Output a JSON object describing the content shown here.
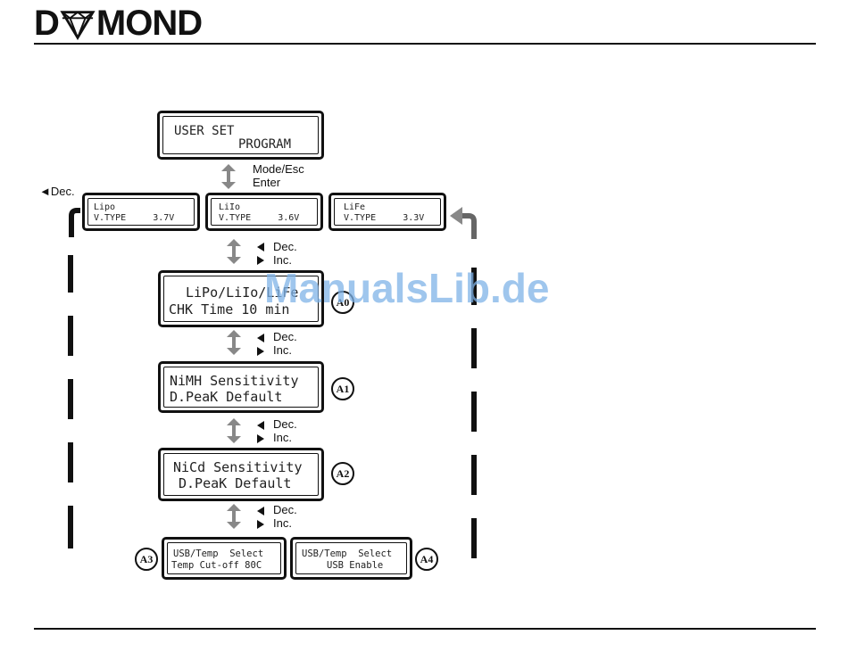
{
  "header": {
    "logo_text": "MOND"
  },
  "labels": {
    "mode_esc": "Mode/Esc",
    "enter": "Enter",
    "dec_left": "◄Dec.",
    "dec": "Dec.",
    "inc": "Inc."
  },
  "screens": {
    "user_set": {
      "line1": "USER SET",
      "line2": "PROGRAM"
    },
    "lipo": {
      "line1": "Lipo",
      "line2": "V.TYPE     3.7V"
    },
    "lilo": {
      "line1": "LiIo",
      "line2": "V.TYPE     3.6V"
    },
    "life": {
      "line1": "LiFe",
      "line2": "V.TYPE     3.3V"
    },
    "a0": {
      "line1": "LiPo/LiIo/LiFe",
      "line2": "CHK Time 10 min",
      "badge": "A0"
    },
    "a1": {
      "line1": "NiMH Sensitivity",
      "line2": "D.PeaK Default",
      "badge": "A1"
    },
    "a2": {
      "line1": "NiCd Sensitivity",
      "line2": "D.PeaK Default",
      "badge": "A2"
    },
    "a3": {
      "line1": "USB/Temp  Select",
      "line2": "Temp Cut-off 80C",
      "badge": "A3"
    },
    "a4": {
      "line1": "USB/Temp  Select",
      "line2": "USB Enable",
      "badge": "A4"
    }
  },
  "watermark": "ManualsLib.de"
}
